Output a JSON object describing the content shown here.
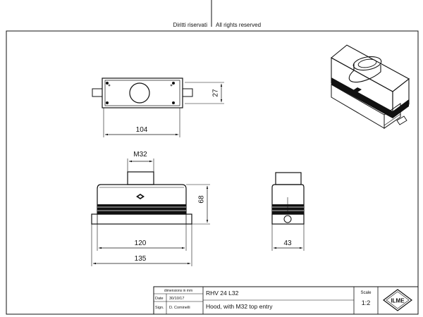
{
  "header": {
    "rights_it": "Diritti riservati",
    "rights_en": "All rights reserved"
  },
  "top_view": {
    "width_dim": "104",
    "height_dim": "27"
  },
  "front_view": {
    "thread_dim": "M32",
    "height_dim": "68",
    "body_width_dim": "120",
    "overall_width_dim": "135"
  },
  "side_view": {
    "depth_dim": "43"
  },
  "title_block": {
    "units_note": "dimensions in mm",
    "date_label": "Date",
    "date_value": "30/10/17",
    "sign_label": "Sign.",
    "sign_value": "D. Cominelli",
    "part_code": "RHV 24 L32",
    "description": "Hood, with M32 top entry",
    "scale_label": "Scale",
    "scale_value": "1:2",
    "logo_text": "ILME"
  }
}
